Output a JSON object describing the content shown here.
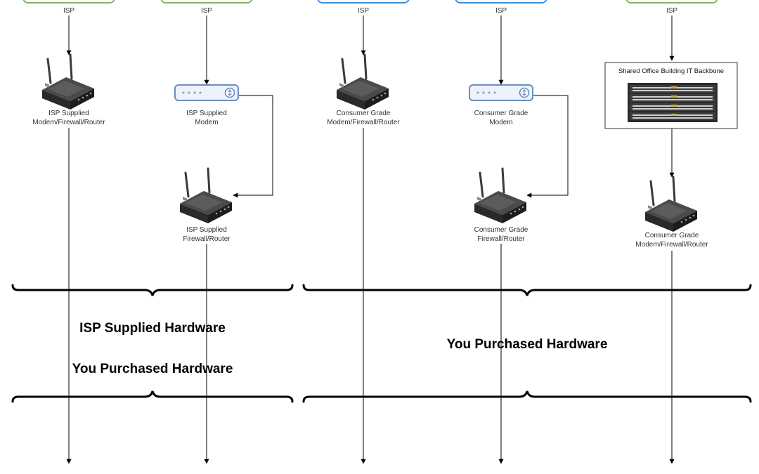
{
  "columns": [
    {
      "isp_label": "ISP",
      "isp_box_color": "#82b366",
      "device_labels": [
        [
          "ISP Supplied",
          "Modem/Firewall/Router"
        ]
      ]
    },
    {
      "isp_label": "ISP",
      "isp_box_color": "#82b366",
      "device_labels": [
        [
          "ISP Supplied",
          "Modem"
        ],
        [
          "ISP Supplied",
          "Firewall/Router"
        ]
      ]
    },
    {
      "isp_label": "ISP",
      "isp_box_color": "#3c8ee6",
      "device_labels": [
        [
          "Consumer Grade",
          "Modem/Firewall/Router"
        ]
      ]
    },
    {
      "isp_label": "ISP",
      "isp_box_color": "#3c8ee6",
      "device_labels": [
        [
          "Consumer Grade",
          "Modem"
        ],
        [
          "Consumer Grade",
          "Firewall/Router"
        ]
      ]
    },
    {
      "isp_label": "ISP",
      "isp_box_color": "#82b366",
      "device_labels": [
        [
          "Consumer Grade",
          "Modem/Firewall/Router"
        ]
      ]
    }
  ],
  "backbone": {
    "title": "Shared Office Building IT Backbone"
  },
  "groups": {
    "left_top": "ISP Supplied Hardware",
    "left_bottom": "You Purchased Hardware",
    "right": "You Purchased Hardware"
  },
  "colors": {
    "line": "#000000",
    "modem_stroke": "#6c8ebf",
    "router_body": "#3a3a3a"
  }
}
